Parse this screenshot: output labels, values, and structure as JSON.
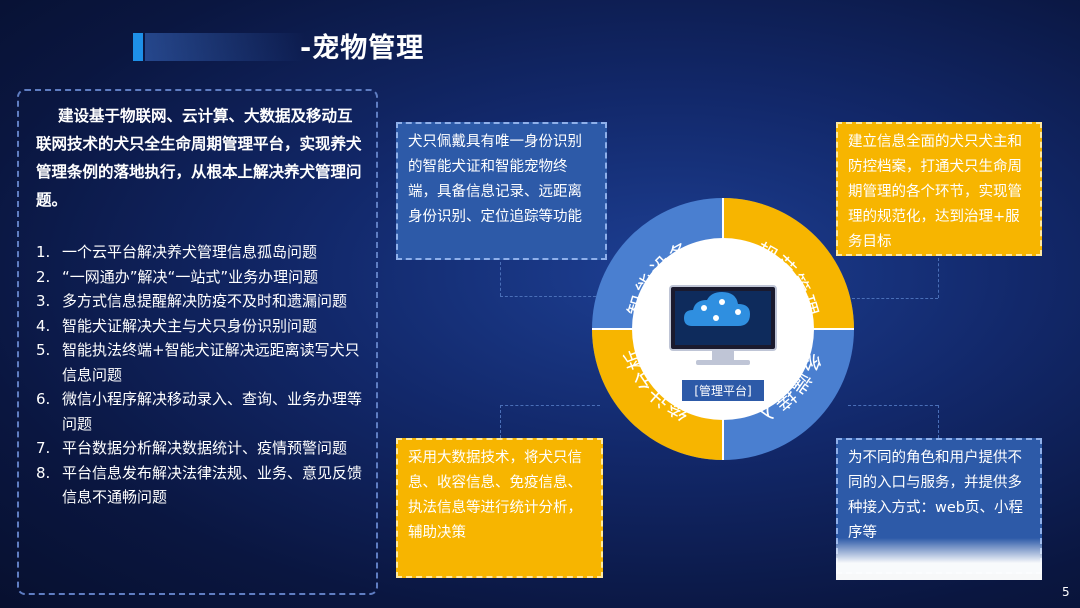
{
  "header": {
    "title": "-宠物管理"
  },
  "left_panel": {
    "intro": "建设基于物联网、云计算、大数据及移动互联网技术的犬只全生命周期管理平台，实现养犬管理条例的落地执行，从根本上解决养犬管理问题。",
    "points": [
      {
        "num": "1.",
        "text": "一个云平台解决养犬管理信息孤岛问题"
      },
      {
        "num": "2.",
        "text": "“一网通办”解决“一站式”业务办理问题"
      },
      {
        "num": "3.",
        "text": "多方式信息提醒解决防疫不及时和遗漏问题"
      },
      {
        "num": "4.",
        "text": "智能犬证解决犬主与犬只身份识别问题"
      },
      {
        "num": "5.",
        "text": "智能执法终端+智能犬证解决远距离读写犬只信息问题"
      },
      {
        "num": "6.",
        "text": "微信小程序解决移动录入、查询、业务办理等问题"
      },
      {
        "num": "7.",
        "text": "平台数据分析解决数据统计、疫情预警问题"
      },
      {
        "num": "8.",
        "text": "平台信息发布解决法律法规、业务、意见反馈信息不通畅问题"
      }
    ]
  },
  "ring": {
    "segments": [
      "智能设备",
      "规范管理",
      "多端接入",
      "统计分析"
    ],
    "center_label": "[管理平台]",
    "colors": {
      "blue": "#4a7fd0",
      "yellow": "#f7b500"
    }
  },
  "boxes": {
    "smart_device": "犬只佩戴具有唯一身份识别的智能犬证和智能宠物终端，具备信息记录、远距离身份识别、定位追踪等功能",
    "standard_mgmt": "建立信息全面的犬只犬主和防控档案，打通犬只生命周期管理的各个环节，实现管理的规范化，达到治理+服务目标",
    "statistics": "采用大数据技术，将犬只信息、收容信息、免疫信息、执法信息等进行统计分析，辅助决策",
    "multi_access": "为不同的角色和用户提供不同的入口与服务，并提供多种接入方式：web页、小程序等"
  },
  "page_number": "5"
}
